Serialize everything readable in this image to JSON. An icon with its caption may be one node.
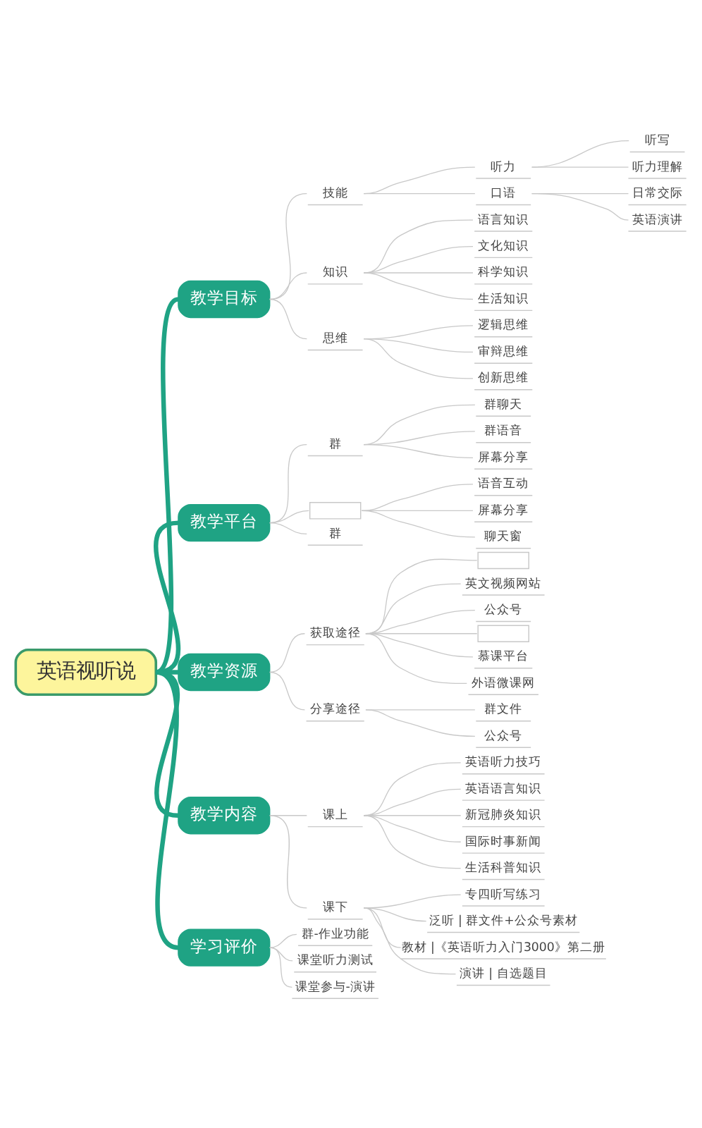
{
  "diagram": {
    "nodes": [
      {
        "text": [
          "英语视听说"
        ]
      },
      {
        "text": [
          "教学目标"
        ]
      },
      {
        "text": [
          "技能"
        ]
      },
      {
        "text": [
          "听力"
        ]
      },
      {
        "text": [
          "听写"
        ]
      },
      {
        "text": [
          "听力理解"
        ]
      },
      {
        "text": [
          "口语"
        ]
      },
      {
        "text": [
          "日常交际"
        ]
      },
      {
        "text": [
          "英语演讲"
        ]
      },
      {
        "text": [
          "知识"
        ]
      },
      {
        "text": [
          "语言知识"
        ]
      },
      {
        "text": [
          "文化知识"
        ]
      },
      {
        "text": [
          "科学知识"
        ]
      },
      {
        "text": [
          "生活知识"
        ]
      },
      {
        "text": [
          "思维"
        ]
      },
      {
        "text": [
          "逻辑思维"
        ]
      },
      {
        "text": [
          "审辩思维"
        ]
      },
      {
        "text": [
          "创新思维"
        ]
      },
      {
        "text": [
          "教学平台"
        ]
      },
      {
        "text": [
          "群"
        ]
      },
      {
        "text": [
          "群聊天"
        ]
      },
      {
        "text": [
          "群语音"
        ]
      },
      {
        "text": [
          "屏幕分享"
        ]
      },
      {
        "text": [],
        "shape": "box"
      },
      {
        "text": [
          "语音互动"
        ]
      },
      {
        "text": [
          "屏幕分享"
        ]
      },
      {
        "text": [
          "聊天窗"
        ]
      },
      {
        "text": [
          "群"
        ]
      },
      {
        "text": [
          "教学资源"
        ]
      },
      {
        "text": [
          "获取途径"
        ]
      },
      {
        "text": [],
        "shape": "box"
      },
      {
        "text": [
          "英文视频网站"
        ]
      },
      {
        "text": [
          "公众号"
        ]
      },
      {
        "text": [],
        "shape": "box"
      },
      {
        "text": [
          "慕课平台"
        ]
      },
      {
        "text": [
          "外语微课网"
        ]
      },
      {
        "text": [
          "分享途径"
        ]
      },
      {
        "text": [
          "群文件"
        ]
      },
      {
        "text": [
          "公众号"
        ]
      },
      {
        "text": [
          "教学内容"
        ]
      },
      {
        "text": [
          "课上"
        ]
      },
      {
        "text": [
          "英语听力技巧"
        ]
      },
      {
        "text": [
          "英语语言知识"
        ]
      },
      {
        "text": [
          "新冠肺炎知识"
        ]
      },
      {
        "text": [
          "国际时事新闻"
        ]
      },
      {
        "text": [
          "生活科普知识"
        ]
      },
      {
        "text": [
          "课下"
        ]
      },
      {
        "text": [
          "专四听写练习"
        ]
      },
      {
        "text": [
          "泛听 | 群文件+公众号素材"
        ]
      },
      {
        "text": [
          "教材 |《英语听力入门3000》第二册"
        ]
      },
      {
        "text": [
          "演讲 | 自选题目"
        ]
      },
      {
        "text": [
          "学习评价"
        ]
      },
      {
        "text": [
          "群-作业功能"
        ]
      },
      {
        "text": [
          "课堂听力测试"
        ]
      },
      {
        "text": [
          "课堂参与-演讲"
        ]
      }
    ],
    "edges": [
      {
        "from": 0,
        "to": 1,
        "arrow": "none",
        "style": "thick",
        "color": "#1fa384"
      },
      {
        "from": 1,
        "to": 2,
        "arrow": "none"
      },
      {
        "from": 2,
        "to": 3,
        "arrow": "none"
      },
      {
        "from": 3,
        "to": 4,
        "arrow": "none"
      },
      {
        "from": 3,
        "to": 5,
        "arrow": "none"
      },
      {
        "from": 2,
        "to": 6,
        "arrow": "none"
      },
      {
        "from": 6,
        "to": 7,
        "arrow": "none"
      },
      {
        "from": 6,
        "to": 8,
        "arrow": "none"
      },
      {
        "from": 1,
        "to": 9,
        "arrow": "none"
      },
      {
        "from": 9,
        "to": 10,
        "arrow": "none"
      },
      {
        "from": 9,
        "to": 11,
        "arrow": "none"
      },
      {
        "from": 9,
        "to": 12,
        "arrow": "none"
      },
      {
        "from": 9,
        "to": 13,
        "arrow": "none"
      },
      {
        "from": 1,
        "to": 14,
        "arrow": "none"
      },
      {
        "from": 14,
        "to": 15,
        "arrow": "none"
      },
      {
        "from": 14,
        "to": 16,
        "arrow": "none"
      },
      {
        "from": 14,
        "to": 17,
        "arrow": "none"
      },
      {
        "from": 0,
        "to": 18,
        "arrow": "none",
        "style": "thick",
        "color": "#1fa384"
      },
      {
        "from": 18,
        "to": 19,
        "arrow": "none"
      },
      {
        "from": 19,
        "to": 20,
        "arrow": "none"
      },
      {
        "from": 19,
        "to": 21,
        "arrow": "none"
      },
      {
        "from": 19,
        "to": 22,
        "arrow": "none"
      },
      {
        "from": 18,
        "to": 23,
        "arrow": "none"
      },
      {
        "from": 23,
        "to": 24,
        "arrow": "none"
      },
      {
        "from": 23,
        "to": 25,
        "arrow": "none"
      },
      {
        "from": 23,
        "to": 26,
        "arrow": "none"
      },
      {
        "from": 18,
        "to": 27,
        "arrow": "none"
      },
      {
        "from": 0,
        "to": 28,
        "arrow": "none",
        "style": "thick",
        "color": "#1fa384"
      },
      {
        "from": 28,
        "to": 29,
        "arrow": "none"
      },
      {
        "from": 29,
        "to": 30,
        "arrow": "none"
      },
      {
        "from": 29,
        "to": 31,
        "arrow": "none"
      },
      {
        "from": 29,
        "to": 32,
        "arrow": "none"
      },
      {
        "from": 29,
        "to": 33,
        "arrow": "none"
      },
      {
        "from": 29,
        "to": 34,
        "arrow": "none"
      },
      {
        "from": 29,
        "to": 35,
        "arrow": "none"
      },
      {
        "from": 28,
        "to": 36,
        "arrow": "none"
      },
      {
        "from": 36,
        "to": 37,
        "arrow": "none"
      },
      {
        "from": 36,
        "to": 38,
        "arrow": "none"
      },
      {
        "from": 0,
        "to": 39,
        "arrow": "none",
        "style": "thick",
        "color": "#1fa384"
      },
      {
        "from": 39,
        "to": 40,
        "arrow": "none"
      },
      {
        "from": 40,
        "to": 41,
        "arrow": "none"
      },
      {
        "from": 40,
        "to": 42,
        "arrow": "none"
      },
      {
        "from": 40,
        "to": 43,
        "arrow": "none"
      },
      {
        "from": 40,
        "to": 44,
        "arrow": "none"
      },
      {
        "from": 40,
        "to": 45,
        "arrow": "none"
      },
      {
        "from": 39,
        "to": 46,
        "arrow": "none"
      },
      {
        "from": 46,
        "to": 47,
        "arrow": "none"
      },
      {
        "from": 46,
        "to": 48,
        "arrow": "none"
      },
      {
        "from": 46,
        "to": 49,
        "arrow": "none"
      },
      {
        "from": 46,
        "to": 50,
        "arrow": "none"
      },
      {
        "from": 0,
        "to": 51,
        "arrow": "none",
        "style": "thick",
        "color": "#1fa384"
      },
      {
        "from": 51,
        "to": 52,
        "arrow": "none"
      },
      {
        "from": 51,
        "to": 53,
        "arrow": "none"
      },
      {
        "from": 51,
        "to": 54,
        "arrow": "none"
      }
    ]
  }
}
